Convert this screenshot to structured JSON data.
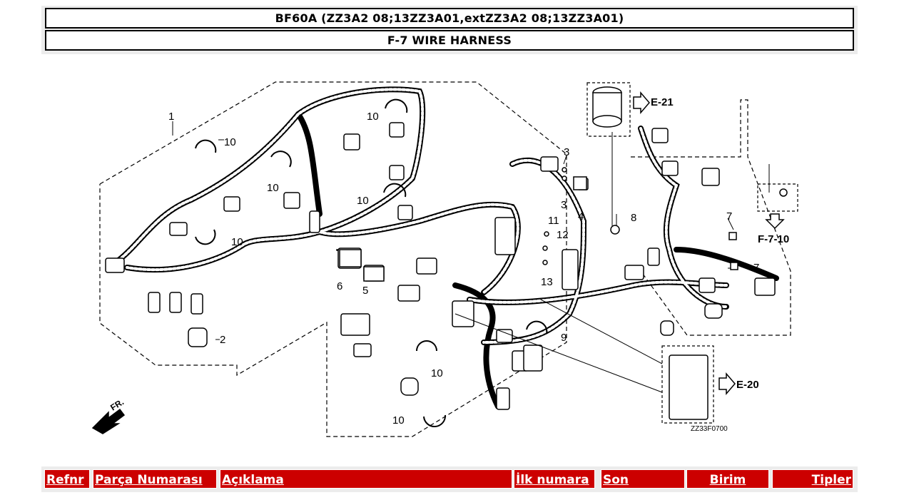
{
  "header": {
    "model_line": "BF60A (ZZ3A2 08;13ZZ3A01,extZZ3A2 08;13ZZ3A01)",
    "section_line": "F-7 WIRE HARNESS"
  },
  "diagram": {
    "callouts": [
      "1",
      "2",
      "3",
      "3",
      "4",
      "5",
      "6",
      "7",
      "7",
      "8",
      "9",
      "10",
      "10",
      "10",
      "10",
      "10",
      "10",
      "10",
      "11",
      "12",
      "13"
    ],
    "refs": {
      "e21": "E-21",
      "e20": "E-20",
      "f710": "F-7-10",
      "fr": "FR.",
      "code": "ZZ33F0700"
    }
  },
  "table": {
    "columns": [
      "Refnr",
      "Parça Numarası",
      "Açıklama",
      "İlk numara",
      "Son",
      "Birim",
      "Tipler"
    ]
  },
  "colors": {
    "header_bg": "#cc0000",
    "header_text": "#ffffff",
    "line": "#000000"
  }
}
